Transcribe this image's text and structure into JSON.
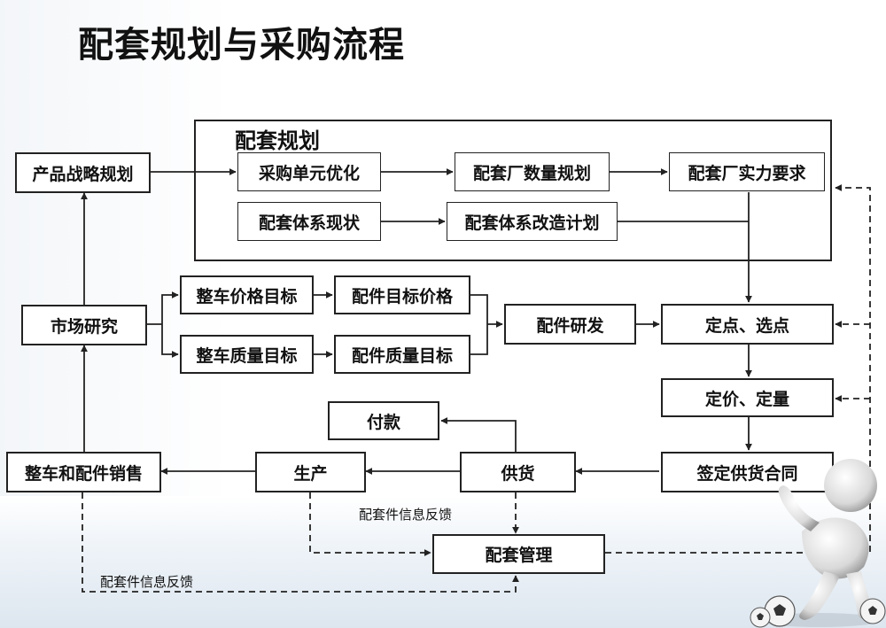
{
  "title": "配套规划与采购流程",
  "group": {
    "label": "配套规划"
  },
  "nodes": {
    "product_strategy": "产品战略规划",
    "market_research": "市场研究",
    "vehicle_parts_sales": "整车和配件销售",
    "purchase_unit_opt": "采购单元优化",
    "supplier_quantity_plan": "配套厂数量规划",
    "supplier_capability_req": "配套厂实力要求",
    "supply_system_status": "配套体系现状",
    "supply_system_improve_plan": "配套体系改造计划",
    "vehicle_price_target": "整车价格目标",
    "vehicle_quality_target": "整车质量目标",
    "parts_target_price": "配件目标价格",
    "parts_quality_target": "配件质量目标",
    "parts_rnd": "配件研发",
    "designate_select": "定点、选点",
    "pricing_quantity": "定价、定量",
    "payment": "付款",
    "production": "生产",
    "supply": "供货",
    "sign_contract": "签定供货合同",
    "supply_management": "配套管理"
  },
  "edge_labels": {
    "feedback_top": "配套件信息反馈",
    "feedback_bottom": "配套件信息反馈"
  }
}
